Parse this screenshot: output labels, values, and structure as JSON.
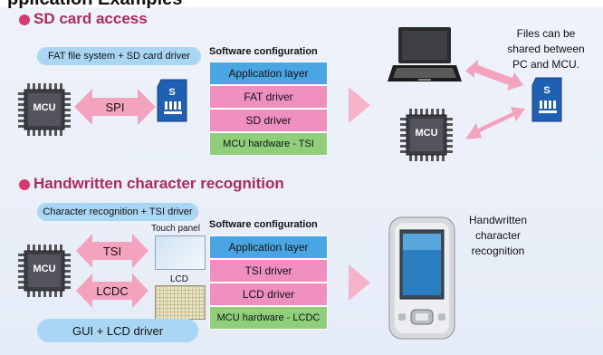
{
  "page": {
    "cut_heading": "pplication Examples"
  },
  "sd_section": {
    "title": "SD card access",
    "driver_pill": "FAT file system + SD card driver",
    "mcu_label": "MCU",
    "link_label": "SPI",
    "sw_title": "Software configuration",
    "layers": [
      "Application layer",
      "FAT driver",
      "SD driver",
      "MCU hardware - TSI"
    ],
    "note": [
      "Files can be",
      "shared between",
      "PC and MCU."
    ],
    "mcu2_label": "MCU"
  },
  "hw_section": {
    "title": "Handwritten character recognition",
    "driver_pill": "Character recognition + TSI driver",
    "mcu_label": "MCU",
    "link1_label": "TSI",
    "link2_label": "LCDC",
    "touch_label": "Touch panel",
    "lcd_label": "LCD",
    "gui_pill": "GUI + LCD driver",
    "sw_title": "Software configuration",
    "layers": [
      "Application layer",
      "TSI driver",
      "LCD driver",
      "MCU hardware - LCDC"
    ],
    "note": [
      "Handwritten",
      "character",
      "recognition"
    ]
  },
  "colors": {
    "accent": "#d83a70",
    "title": "#b02a5b",
    "pill": "#a9d7f3",
    "app_layer": "#4aa6e2",
    "driver_layer": "#ef8fc0",
    "hw_layer": "#8fcf7b",
    "arrow": "#f4a3bf"
  },
  "icons": [
    "mcu-chip-icon",
    "sd-card-icon",
    "laptop-icon",
    "pda-icon"
  ]
}
